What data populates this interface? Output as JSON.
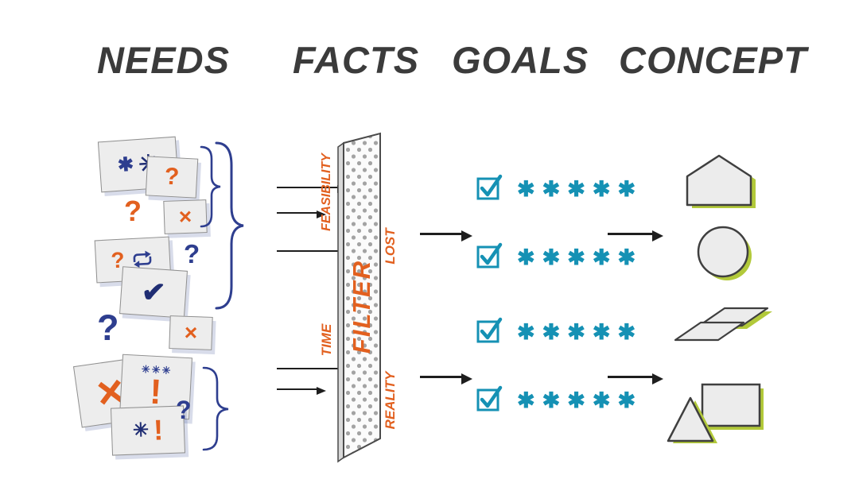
{
  "headers": {
    "needs": "NEEDS",
    "facts": "FACTS",
    "goals": "GOALS",
    "concept": "CONCEPT"
  },
  "needs": {
    "stars_card": {
      "star_a": "✱",
      "star_b": "✳"
    },
    "question_card": {
      "q": "?"
    },
    "loose_question_1": "?",
    "x_card_top": {
      "x": "×"
    },
    "loop_card": {
      "q": "?"
    },
    "loose_question_2": "?",
    "check_card": {
      "check": "✔"
    },
    "loose_question_3": "?",
    "x_card_mid": {
      "x": "×"
    },
    "x_card_large": {
      "x": "×"
    },
    "exclaim_card": {
      "stars": "✳✳✳",
      "exclaim": "!"
    },
    "star_exclaim_card": {
      "star": "✳",
      "exclaim": "!"
    },
    "loose_question_4": "?"
  },
  "filter": {
    "label": "FILTER",
    "feasibility": "FEASIBILITY",
    "lost": "LOST",
    "time": "TIME",
    "reality": "REALITY"
  },
  "goals": {
    "rows": [
      {
        "stars": "✱✱✱✱✱"
      },
      {
        "stars": "✱✱✱✱✱"
      },
      {
        "stars": "✱✱✱✱✱"
      },
      {
        "stars": "✱✱✱✱✱"
      }
    ]
  },
  "concept": {
    "shapes": [
      {
        "name": "house"
      },
      {
        "name": "circle"
      },
      {
        "name": "layers"
      },
      {
        "name": "triangle-and-rectangle"
      }
    ]
  },
  "colors": {
    "ink": "#3b3b3b",
    "navy": "#2e3e8f",
    "orange": "#e2601f",
    "teal": "#1591b4",
    "green": "#b2c93a",
    "card": "#ededed"
  }
}
